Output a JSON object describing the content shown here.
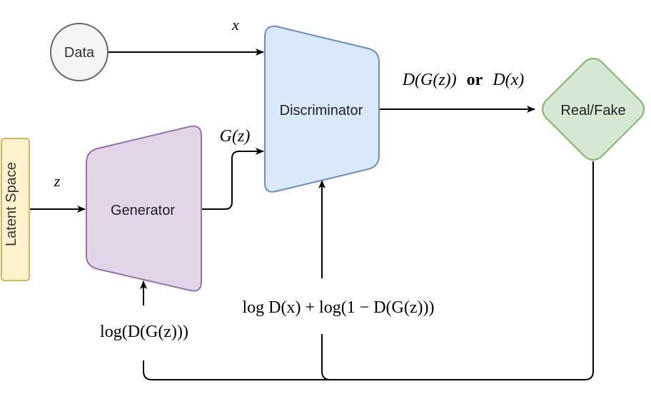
{
  "nodes": {
    "data": {
      "label": "Data",
      "fill": "#f5f5f5",
      "stroke": "#666666"
    },
    "latent": {
      "label": "Latent Space",
      "fill": "#fff2cc",
      "stroke": "#d6b656"
    },
    "generator": {
      "label": "Generator",
      "fill": "#e1d5e7",
      "stroke": "#9673a6"
    },
    "discriminator": {
      "label": "Discriminator",
      "fill": "#dae8fc",
      "stroke": "#6c8ebf"
    },
    "real_fake": {
      "label": "Real/Fake",
      "fill": "#d5e8d4",
      "stroke": "#82b366"
    }
  },
  "labels": {
    "x": "x",
    "z": "z",
    "g_of_z": "G(z)",
    "d_output_left": "D(G(z))",
    "d_output_or": "or",
    "d_output_right": "D(x)",
    "discriminator_loss": "log D(x) + log(1 − D(G(z)))",
    "generator_loss": "log(D(G(z)))"
  },
  "colors": {
    "edge": "#000000",
    "text": "#000000"
  }
}
